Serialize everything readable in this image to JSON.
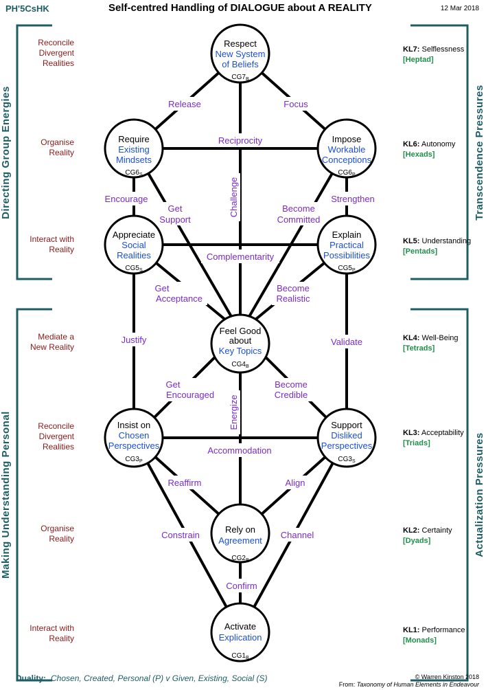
{
  "header": {
    "code": "PH'5CsHK",
    "title": "Self-centred Handling of DIALOGUE about  A REALITY",
    "date": "12 Mar 2018"
  },
  "nodes": {
    "cg7": {
      "title": "Respect",
      "sub1": "New System",
      "sub2": "of Beliefs",
      "code": "CG7",
      "code_sub": "B"
    },
    "cg6s": {
      "title": "Require",
      "sub1": "Existing",
      "sub2": "Mindsets",
      "code": "CG6",
      "code_sub": "S"
    },
    "cg6p": {
      "title": "Impose",
      "sub1": "Workable",
      "sub2": "Conceptions",
      "code": "CG6",
      "code_sub": "P"
    },
    "cg5s": {
      "title": "Appreciate",
      "sub1": "Social",
      "sub2": "Realities",
      "code": "CG5",
      "code_sub": "S"
    },
    "cg5p": {
      "title": "Explain",
      "sub1": "Practical",
      "sub2": "Possibilities",
      "code": "CG5",
      "code_sub": "P"
    },
    "cg4": {
      "title": "Feel Good",
      "title2": "about",
      "sub1": "Key Topics",
      "code": "CG4",
      "code_sub": "B"
    },
    "cg3p": {
      "title": "Insist on",
      "sub1": "Chosen",
      "sub2": "Perspectives",
      "code": "CG3",
      "code_sub": "P"
    },
    "cg3s": {
      "title": "Support",
      "sub1": "Disliked",
      "sub2": "Perspectives",
      "code": "CG3",
      "code_sub": "S"
    },
    "cg2": {
      "title": "Rely on",
      "sub1": "Agreement",
      "code": "CG2",
      "code_sub": "B"
    },
    "cg1": {
      "title": "Activate",
      "sub1": "Explication",
      "code": "CG1",
      "code_sub": "B"
    }
  },
  "links": {
    "release": "Release",
    "focus": "Focus",
    "reciprocity": "Reciprocity",
    "challenge": "Challenge",
    "encourage": "Encourage",
    "strengthen": "Strengthen",
    "get_support_1": "Get",
    "get_support_2": "Support",
    "become_committed_1": "Become",
    "become_committed_2": "Committed",
    "complementarity": "Complementarity",
    "get_acceptance_1": "Get",
    "get_acceptance_2": "Acceptance",
    "become_realistic_1": "Become",
    "become_realistic_2": "Realistic",
    "justify": "Justify",
    "validate": "Validate",
    "get_encouraged_1": "Get",
    "get_encouraged_2": "Encouraged",
    "become_credible_1": "Become",
    "become_credible_2": "Credible",
    "energize": "Energize",
    "accommodation": "Accommodation",
    "reaffirm": "Reaffirm",
    "align": "Align",
    "constrain": "Constrain",
    "channel": "Channel",
    "confirm": "Confirm"
  },
  "left_labels": {
    "kl7_1": "Reconcile",
    "kl7_2": "Divergent",
    "kl7_3": "Realities",
    "kl6_1": "Organise",
    "kl6_2": "Reality",
    "kl5_1": "Interact with",
    "kl5_2": "Reality",
    "kl4_1": "Mediate a",
    "kl4_2": "New Reality",
    "kl3_1": "Reconcile",
    "kl3_2": "Divergent",
    "kl3_3": "Realities",
    "kl2_1": "Organise",
    "kl2_2": "Reality",
    "kl1_1": "Interact with",
    "kl1_2": "Reality"
  },
  "right_labels": {
    "kl7": {
      "code": "KL7:",
      "name": "Selflessness",
      "group": "[Heptad]"
    },
    "kl6": {
      "code": "KL6:",
      "name": "Autonomy",
      "group": "[Hexads]"
    },
    "kl5": {
      "code": "KL5:",
      "name": "Understanding",
      "group": "[Pentads]"
    },
    "kl4": {
      "code": "KL4:",
      "name": "Well-Being",
      "group": "[Tetrads]"
    },
    "kl3": {
      "code": "KL3:",
      "name": "Acceptability",
      "group": "[Triads]"
    },
    "kl2": {
      "code": "KL2:",
      "name": "Certainty",
      "group": "[Dyads]"
    },
    "kl1": {
      "code": "KL1:",
      "name": "Performance",
      "group": "[Monads]"
    }
  },
  "sidebars": {
    "left_top": "Directing Group Energies",
    "left_bottom": "Making  Understanding  Personal",
    "right_top": "Transcendence  Pressures",
    "right_bottom": "Actualization  Pressures"
  },
  "footer": {
    "duality_label": "Duality:",
    "duality_text": "Chosen, Created, Personal (P)  v  Given, Existing, Social (S)",
    "copyright": "© Warren Kinston 2018",
    "from_label": "From:",
    "from_text": "Taxonomy of Human Elements in Endeavour"
  },
  "colors": {
    "teal": "#1c5e63",
    "maroon": "#8b1a1a",
    "blue": "#1a4fd6",
    "purple": "#7a2bc9",
    "green": "#1f8f4a"
  }
}
